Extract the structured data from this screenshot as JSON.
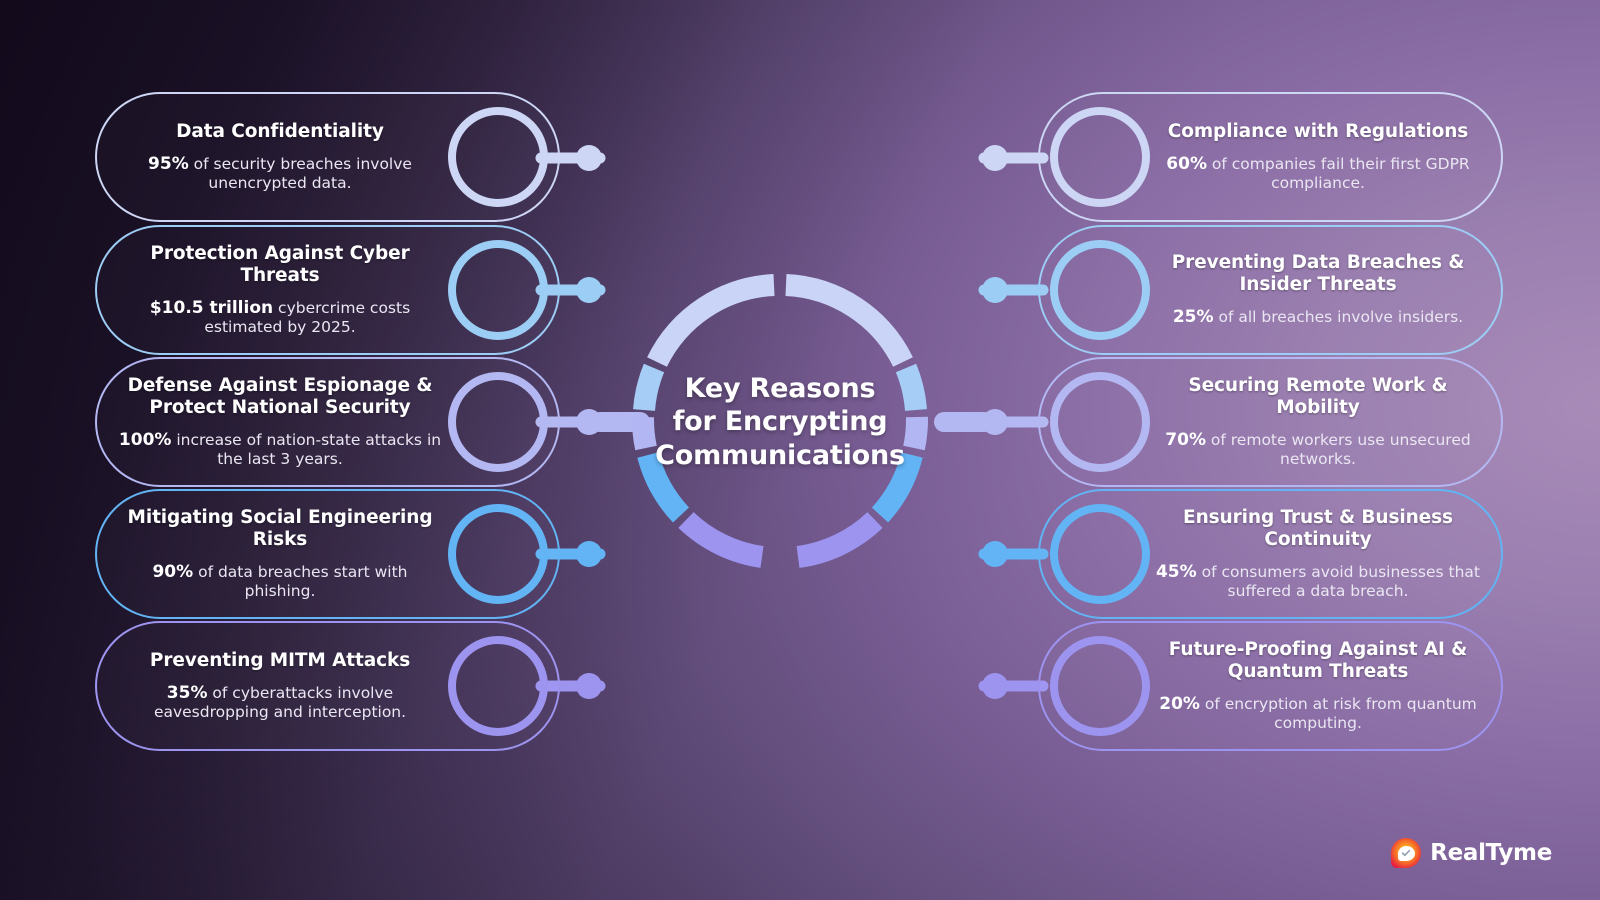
{
  "center": {
    "title_lines": [
      "Key Reasons",
      "for Encrypting",
      "Communications"
    ],
    "ring_segments": [
      "#c9d4f7",
      "#a5cdf6",
      "#b2b6f2",
      "#62b4f5",
      "#9d94f0"
    ]
  },
  "left_cards": [
    {
      "title": "Data Confidentiality",
      "stat_value": "95%",
      "stat_text": " of security breaches involve unencrypted data.",
      "color": "#cdd6f5"
    },
    {
      "title": "Protection Against Cyber Threats",
      "stat_value": "$10.5 trillion",
      "stat_text": " cybercrime costs estimated by 2025.",
      "color": "#9ccdf5"
    },
    {
      "title": "Defense Against Espionage & Protect National Security",
      "stat_value": "100%",
      "stat_text": " increase of nation-state attacks  in the last 3 years.",
      "color": "#b4b8f2"
    },
    {
      "title": "Mitigating Social Engineering Risks",
      "stat_value": "90%",
      "stat_text": " of data breaches start with phishing.",
      "color": "#62b4f5"
    },
    {
      "title": "Preventing MITM Attacks",
      "stat_value": "35%",
      "stat_text": " of cyberattacks involve eavesdropping and interception.",
      "color": "#9d94f0"
    }
  ],
  "right_cards": [
    {
      "title": "Compliance with Regulations",
      "stat_value": "60%",
      "stat_text": " of companies fail their first GDPR compliance.",
      "color": "#cdd6f5"
    },
    {
      "title": "Preventing Data Breaches & Insider Threats",
      "stat_value": "25%",
      "stat_text": " of all breaches involve insiders.",
      "color": "#9ccdf5"
    },
    {
      "title": "Securing Remote Work & Mobility",
      "stat_value": "70%",
      "stat_text": " of remote workers use unsecured networks.",
      "color": "#b4b8f2"
    },
    {
      "title": "Ensuring Trust & Business Continuity",
      "stat_value": "45%",
      "stat_text": " of consumers avoid businesses that suffered a data breach.",
      "color": "#62b4f5"
    },
    {
      "title": "Future-Proofing Against AI & Quantum Threats",
      "stat_value": "20%",
      "stat_text": " of encryption at risk from quantum computing.",
      "color": "#9d94f0"
    }
  ],
  "logo": {
    "name": "RealTyme",
    "mark_icon": "check-bubble-icon",
    "mark_color": "#e8253f"
  },
  "background": {
    "dark": "#190f24",
    "light": "#a98bb8"
  }
}
